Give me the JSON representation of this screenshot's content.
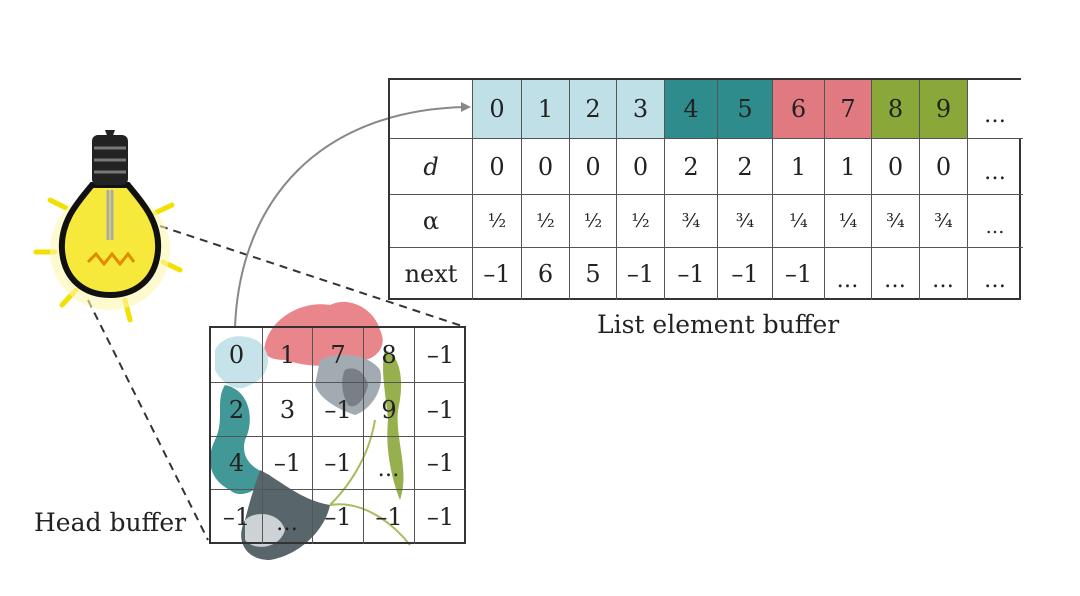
{
  "list_buffer": {
    "caption": "List element buffer",
    "row_labels": [
      "",
      "d",
      "α",
      "next"
    ],
    "indices": [
      "0",
      "1",
      "2",
      "3",
      "4",
      "5",
      "6",
      "7",
      "8",
      "9",
      "…"
    ],
    "index_colors": [
      "#bfe0e6",
      "#bfe0e6",
      "#bfe0e6",
      "#bfe0e6",
      "#2e8c8c",
      "#2e8c8c",
      "#e07a80",
      "#e07a80",
      "#8aa83a",
      "#8aa83a",
      "#ffffff"
    ],
    "d": [
      "0",
      "0",
      "0",
      "0",
      "2",
      "2",
      "1",
      "1",
      "0",
      "0",
      "…"
    ],
    "alpha": [
      "½",
      "½",
      "½",
      "½",
      "¾",
      "¾",
      "¼",
      "¼",
      "¾",
      "¾",
      "…"
    ],
    "next": [
      "–1",
      "6",
      "5",
      "–1",
      "–1",
      "–1",
      "–1",
      "…",
      "…",
      "…",
      "…"
    ]
  },
  "head_buffer": {
    "caption": "Head buffer",
    "rows": [
      [
        "0",
        "1",
        "7",
        "8",
        "–1"
      ],
      [
        "2",
        "3",
        "–1",
        "9",
        "–1"
      ],
      [
        "4",
        "–1",
        "–1",
        "…",
        "–1"
      ],
      [
        "–1",
        "…",
        "–1",
        "–1",
        "–1"
      ]
    ]
  },
  "icons": [
    "light-bulb-icon"
  ]
}
